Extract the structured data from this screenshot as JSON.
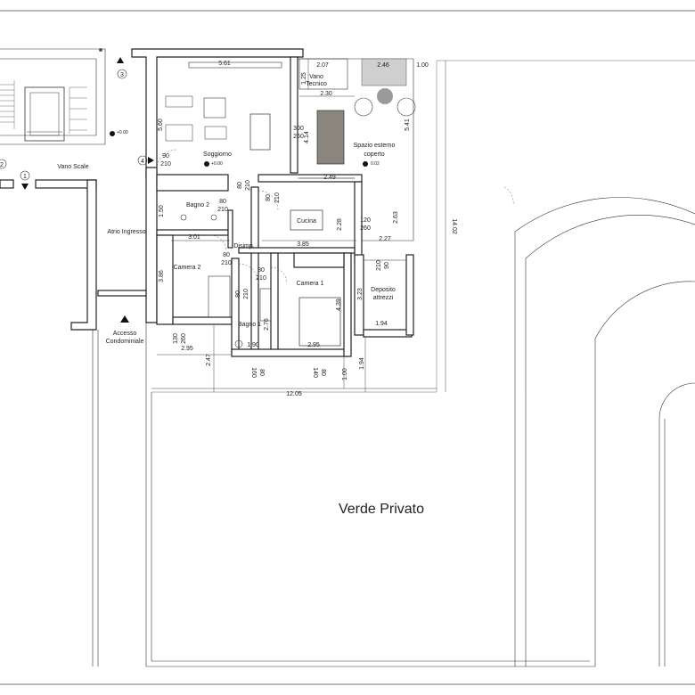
{
  "plan": {
    "main_label": "Verde Privato",
    "rooms": {
      "vano_scale": "Vano Scale",
      "atrio": "Atrio Ingresso",
      "accesso_line1": "Accesso",
      "accesso_line2": "Condominiale",
      "soggiorno": "Soggiorno",
      "vano_tecnico_line1": "Vano",
      "vano_tecnico_line2": "Tecnico",
      "spazio_line1": "Spazio esterno",
      "spazio_line2": "coperto",
      "bagno2": "Bagno 2",
      "cucina": "Cucina",
      "disimp": "Disimp.",
      "camera2": "Camera 2",
      "camera1": "Camera 1",
      "bagno1": "Bagno 1",
      "deposito_line1": "Deposito",
      "deposito_line2": "attrezzi"
    },
    "levels": {
      "scale": "+0.00",
      "soggiorno": "+0.00",
      "spazio": "0.02"
    },
    "markers": {
      "m1": "1",
      "m2": "2",
      "m3": "3",
      "m4": "4"
    },
    "dims": {
      "d561": "5.61",
      "d207": "2.07",
      "d246": "2.46",
      "d100a": "1.00",
      "d125": "1.25",
      "d230": "2.30",
      "d560": "5.60",
      "d300": "300",
      "d260a": "260",
      "d414": "4.14",
      "d541": "5.41",
      "d90": "90",
      "d210a": "210",
      "d249": "2.49",
      "d80a": "80",
      "d210b": "210",
      "d80b": "80",
      "d210c": "210",
      "d120": "120",
      "d260b": "260",
      "d263": "2.63",
      "d150": "1.50",
      "d80c": "80",
      "d210d": "210",
      "d228": "2.28",
      "d301": "3.01",
      "d385": "3.85",
      "d227": "2.27",
      "d1402": "14.02",
      "d80d": "80",
      "d210e": "210",
      "d80e": "80",
      "d210f": "210",
      "d90b": "90",
      "d210g": "210",
      "d386": "3.86",
      "d80f": "80",
      "d210h": "210",
      "d323": "3.23",
      "d439": "4.39",
      "d276": "2.76",
      "d194a": "1.94",
      "d130": "130",
      "d260c": "260",
      "d295a": "2.95",
      "d190": "1.90",
      "d295b": "2.95",
      "d247": "2.47",
      "d160": "160",
      "d80g": "80",
      "d140": "140",
      "d80h": "80",
      "d100b": "1.00",
      "d194b": "1.94",
      "d1205": "12.05"
    }
  }
}
